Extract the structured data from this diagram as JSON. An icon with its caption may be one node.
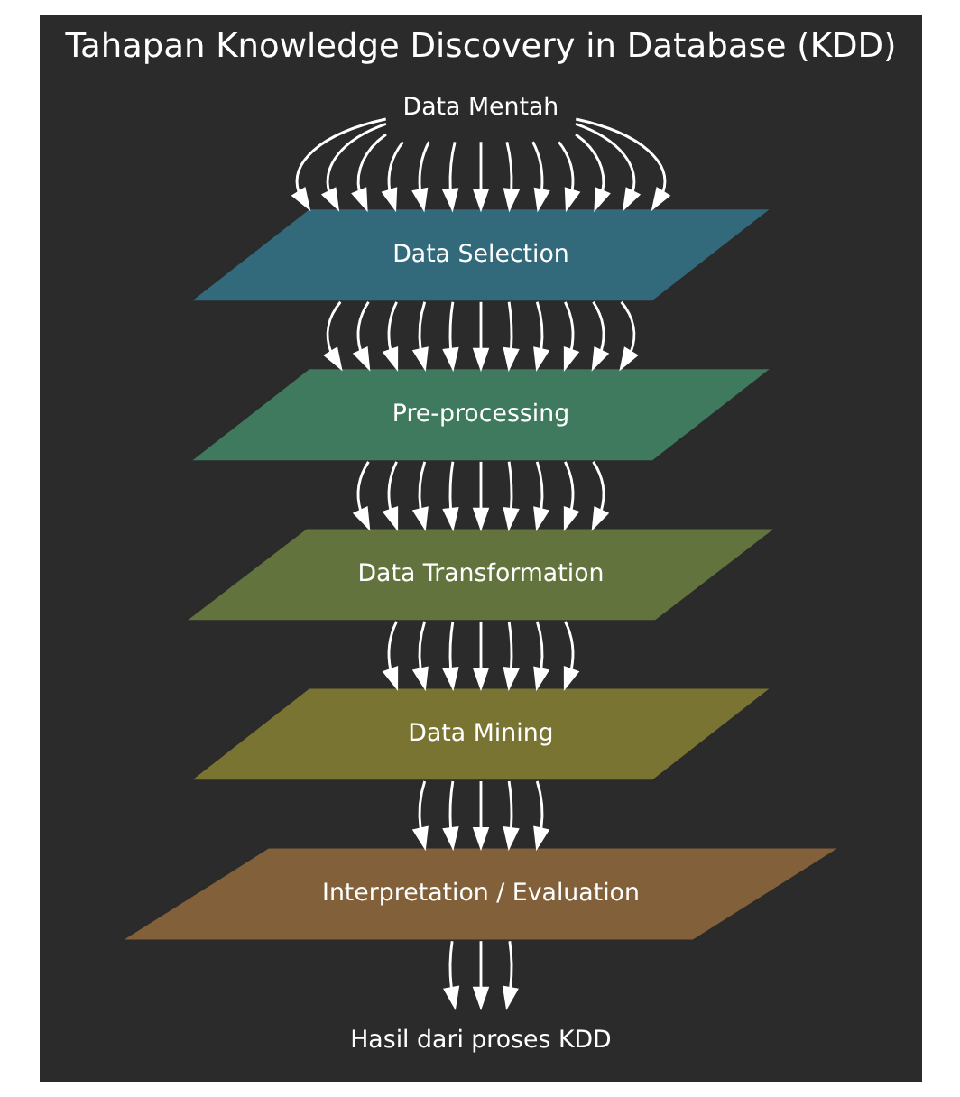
{
  "diagram": {
    "title": "Tahapan Knowledge Discovery in Database (KDD)",
    "nodes": [
      {
        "text": [
          "Data Mentah"
        ]
      },
      {
        "text": [
          "Data Selection"
        ]
      },
      {
        "text": [
          "Pre-processing"
        ]
      },
      {
        "text": [
          "Data Transformation"
        ]
      },
      {
        "text": [
          "Data Mining"
        ]
      },
      {
        "text": [
          "Interpretation / Evaluation"
        ]
      },
      {
        "text": [
          "Hasil dari proses KDD"
        ]
      }
    ],
    "edges": [
      {
        "from": 0,
        "to": 1,
        "arrow": "to"
      },
      {
        "from": 0,
        "to": 1,
        "arrow": "to"
      },
      {
        "from": 0,
        "to": 1,
        "arrow": "to"
      },
      {
        "from": 0,
        "to": 1,
        "arrow": "to"
      },
      {
        "from": 0,
        "to": 1,
        "arrow": "to"
      },
      {
        "from": 0,
        "to": 1,
        "arrow": "to"
      },
      {
        "from": 0,
        "to": 1,
        "arrow": "to"
      },
      {
        "from": 0,
        "to": 1,
        "arrow": "to"
      },
      {
        "from": 0,
        "to": 1,
        "arrow": "to"
      },
      {
        "from": 0,
        "to": 1,
        "arrow": "to"
      },
      {
        "from": 0,
        "to": 1,
        "arrow": "to"
      },
      {
        "from": 0,
        "to": 1,
        "arrow": "to"
      },
      {
        "from": 0,
        "to": 1,
        "arrow": "to"
      },
      {
        "from": 1,
        "to": 2,
        "arrow": "to"
      },
      {
        "from": 1,
        "to": 2,
        "arrow": "to"
      },
      {
        "from": 1,
        "to": 2,
        "arrow": "to"
      },
      {
        "from": 1,
        "to": 2,
        "arrow": "to"
      },
      {
        "from": 1,
        "to": 2,
        "arrow": "to"
      },
      {
        "from": 1,
        "to": 2,
        "arrow": "to"
      },
      {
        "from": 1,
        "to": 2,
        "arrow": "to"
      },
      {
        "from": 1,
        "to": 2,
        "arrow": "to"
      },
      {
        "from": 1,
        "to": 2,
        "arrow": "to"
      },
      {
        "from": 1,
        "to": 2,
        "arrow": "to"
      },
      {
        "from": 1,
        "to": 2,
        "arrow": "to"
      },
      {
        "from": 2,
        "to": 3,
        "arrow": "to"
      },
      {
        "from": 2,
        "to": 3,
        "arrow": "to"
      },
      {
        "from": 2,
        "to": 3,
        "arrow": "to"
      },
      {
        "from": 2,
        "to": 3,
        "arrow": "to"
      },
      {
        "from": 2,
        "to": 3,
        "arrow": "to"
      },
      {
        "from": 2,
        "to": 3,
        "arrow": "to"
      },
      {
        "from": 2,
        "to": 3,
        "arrow": "to"
      },
      {
        "from": 2,
        "to": 3,
        "arrow": "to"
      },
      {
        "from": 2,
        "to": 3,
        "arrow": "to"
      },
      {
        "from": 3,
        "to": 4,
        "arrow": "to"
      },
      {
        "from": 3,
        "to": 4,
        "arrow": "to"
      },
      {
        "from": 3,
        "to": 4,
        "arrow": "to"
      },
      {
        "from": 3,
        "to": 4,
        "arrow": "to"
      },
      {
        "from": 3,
        "to": 4,
        "arrow": "to"
      },
      {
        "from": 3,
        "to": 4,
        "arrow": "to"
      },
      {
        "from": 3,
        "to": 4,
        "arrow": "to"
      },
      {
        "from": 4,
        "to": 5,
        "arrow": "to"
      },
      {
        "from": 4,
        "to": 5,
        "arrow": "to"
      },
      {
        "from": 4,
        "to": 5,
        "arrow": "to"
      },
      {
        "from": 4,
        "to": 5,
        "arrow": "to"
      },
      {
        "from": 4,
        "to": 5,
        "arrow": "to"
      },
      {
        "from": 5,
        "to": 6,
        "arrow": "to"
      },
      {
        "from": 5,
        "to": 6,
        "arrow": "to"
      },
      {
        "from": 5,
        "to": 6,
        "arrow": "to"
      }
    ]
  }
}
